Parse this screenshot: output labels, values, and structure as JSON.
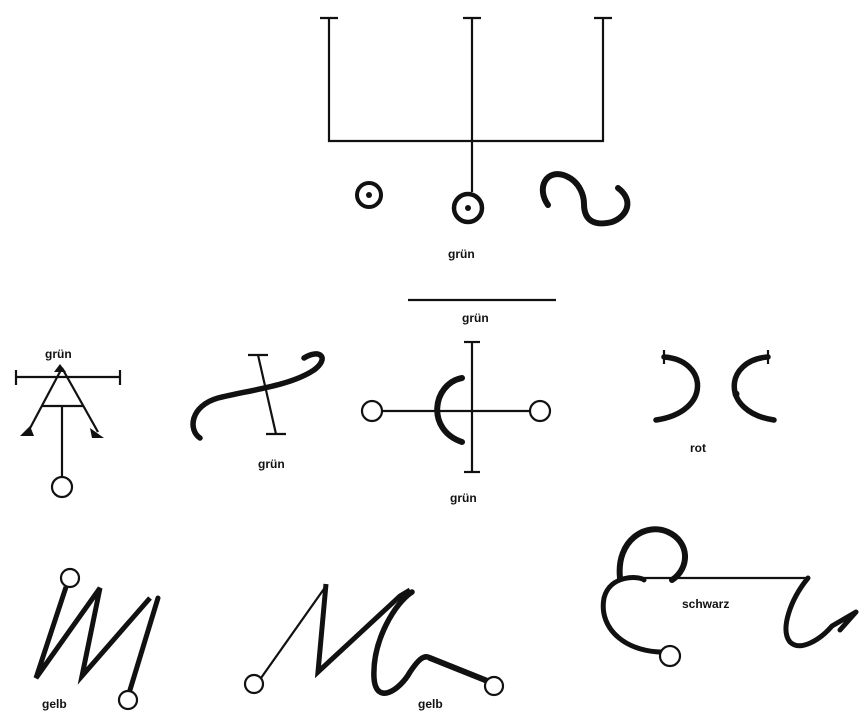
{
  "figures": [
    {
      "id": "top-group",
      "label": "grün"
    },
    {
      "id": "sign-a",
      "label": "grün"
    },
    {
      "id": "sign-b",
      "label": "grün"
    },
    {
      "id": "sign-c",
      "label_top": "grün",
      "label_bottom": "grün"
    },
    {
      "id": "sign-d",
      "label": "rot"
    },
    {
      "id": "sign-e",
      "label": "gelb"
    },
    {
      "id": "sign-f",
      "label": "gelb"
    },
    {
      "id": "sign-g",
      "label": "schwarz"
    }
  ],
  "colors": {
    "ink": "#111111",
    "paper": "#ffffff"
  }
}
